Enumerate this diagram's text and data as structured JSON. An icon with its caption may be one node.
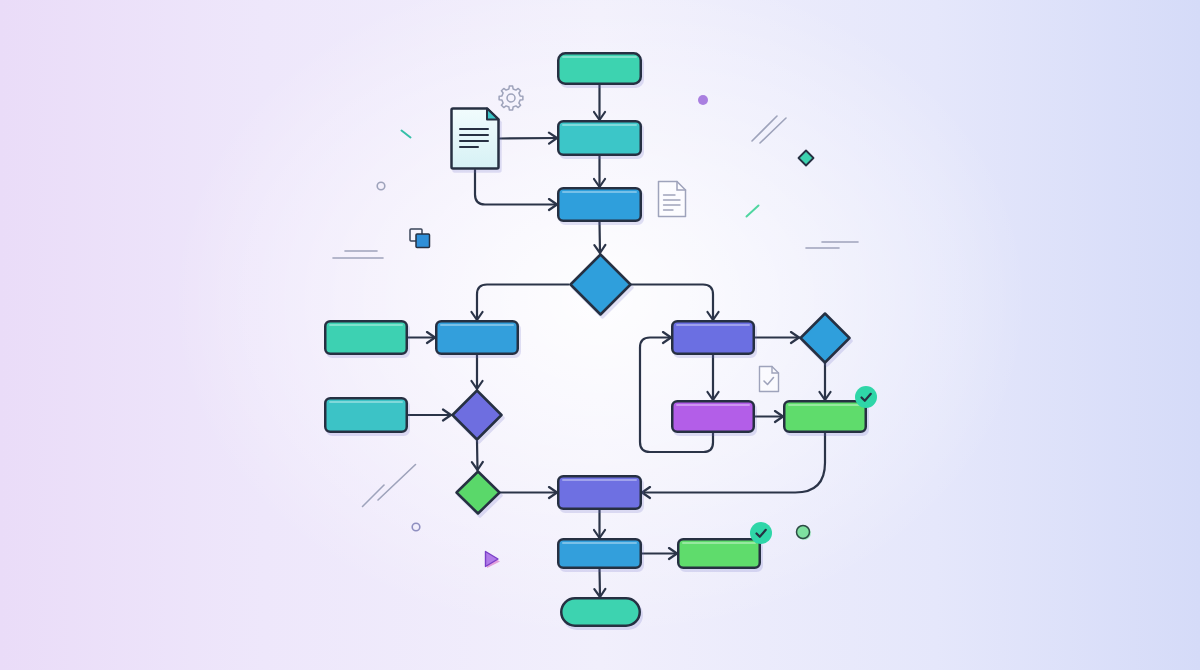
{
  "diagram": {
    "nodes": [
      {
        "text": [],
        "shape": "box"
      },
      {
        "text": [],
        "shape": "document"
      },
      {
        "text": [],
        "shape": "box"
      },
      {
        "text": [],
        "shape": "box"
      },
      {
        "text": [],
        "shape": "diamond"
      },
      {
        "text": [],
        "shape": "box"
      },
      {
        "text": [],
        "shape": "box"
      },
      {
        "text": [],
        "shape": "box"
      },
      {
        "text": [],
        "shape": "diamond"
      },
      {
        "text": [],
        "shape": "diamond"
      },
      {
        "text": [],
        "shape": "box"
      },
      {
        "text": [],
        "shape": "diamond"
      },
      {
        "text": [],
        "shape": "box"
      },
      {
        "text": [],
        "shape": "box"
      },
      {
        "text": [],
        "shape": "box"
      },
      {
        "text": [],
        "shape": "box"
      },
      {
        "text": [],
        "shape": "box"
      },
      {
        "text": [],
        "shape": "pill"
      }
    ],
    "edges": [
      {
        "from": 0,
        "to": 2,
        "arrow": "to"
      },
      {
        "from": 1,
        "to": 2,
        "arrow": "to"
      },
      {
        "from": 1,
        "to": 3,
        "arrow": "to"
      },
      {
        "from": 2,
        "to": 3,
        "arrow": "to"
      },
      {
        "from": 3,
        "to": 4,
        "arrow": "to"
      },
      {
        "from": 4,
        "to": 6,
        "arrow": "to"
      },
      {
        "from": 4,
        "to": 10,
        "arrow": "to"
      },
      {
        "from": 5,
        "to": 6,
        "arrow": "to"
      },
      {
        "from": 6,
        "to": 8,
        "arrow": "to"
      },
      {
        "from": 7,
        "to": 8,
        "arrow": "to"
      },
      {
        "from": 8,
        "to": 9,
        "arrow": "to"
      },
      {
        "from": 9,
        "to": 14,
        "arrow": "to"
      },
      {
        "from": 10,
        "to": 11,
        "arrow": "to"
      },
      {
        "from": 10,
        "to": 12,
        "arrow": "to"
      },
      {
        "from": 11,
        "to": 13,
        "arrow": "to"
      },
      {
        "from": 12,
        "to": 13,
        "arrow": "to"
      },
      {
        "from": 12,
        "to": 10,
        "arrow": "to"
      },
      {
        "from": 13,
        "to": 14,
        "arrow": "to"
      },
      {
        "from": 14,
        "to": 15,
        "arrow": "to"
      },
      {
        "from": 15,
        "to": 16,
        "arrow": "to"
      },
      {
        "from": 15,
        "to": 17,
        "arrow": "to"
      }
    ]
  }
}
